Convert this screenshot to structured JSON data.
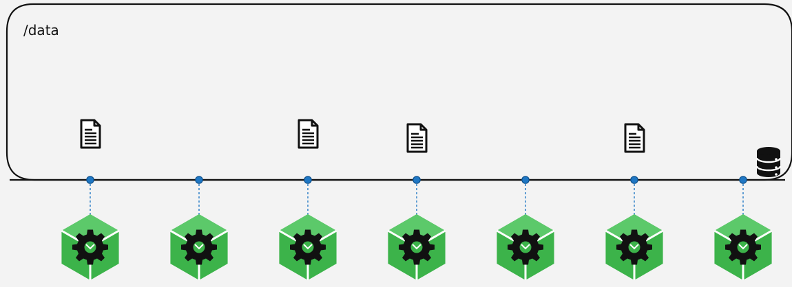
{
  "volume": {
    "path_label": "/data"
  },
  "colors": {
    "background": "#f3f3f3",
    "volume_border": "#111111",
    "node_dot": "#1f77c4",
    "node_dot_stroke": "#0d4f8a",
    "connector": "#1f77c4",
    "pod_green": "#3cb34a",
    "pod_green_light": "#5cc96a",
    "pod_divider": "#ffffff",
    "gear": "#111111",
    "file_icon": "#111111",
    "database_icon": "#111111"
  },
  "icons": {
    "file": "document-icon",
    "database": "database-icon",
    "pod": "pod-gear-icon"
  },
  "pods": [
    {
      "id": 1,
      "has_file": true
    },
    {
      "id": 2,
      "has_file": false
    },
    {
      "id": 3,
      "has_file": true
    },
    {
      "id": 4,
      "has_file": true
    },
    {
      "id": 5,
      "has_file": false
    },
    {
      "id": 6,
      "has_file": true
    },
    {
      "id": 7,
      "has_file": false,
      "has_database": true
    }
  ]
}
